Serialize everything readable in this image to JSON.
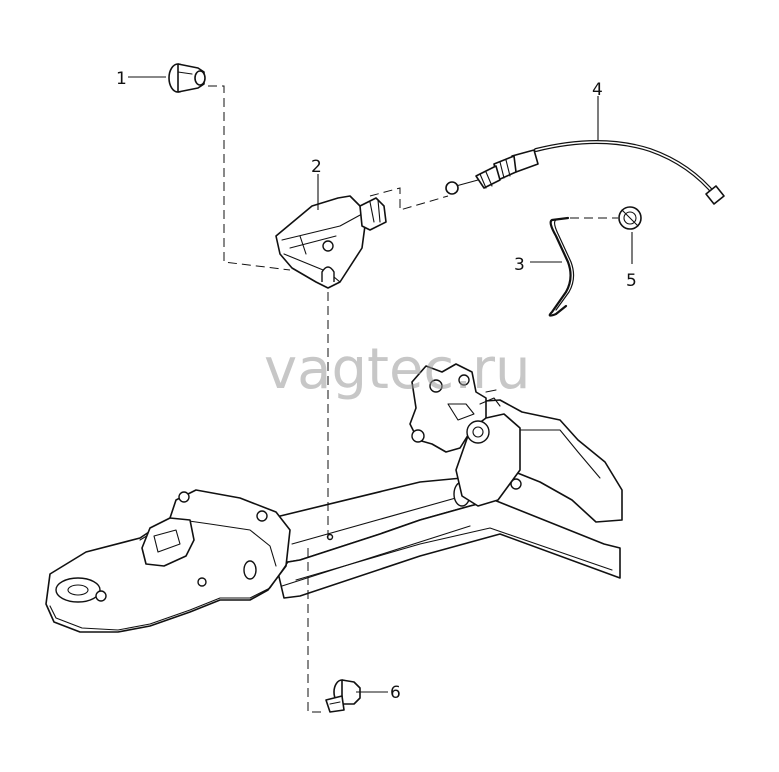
{
  "watermark": "vagtec.ru",
  "callouts": {
    "c1": "1",
    "c2": "2",
    "c3": "3",
    "c4": "4",
    "c5": "5",
    "c6": "6"
  }
}
